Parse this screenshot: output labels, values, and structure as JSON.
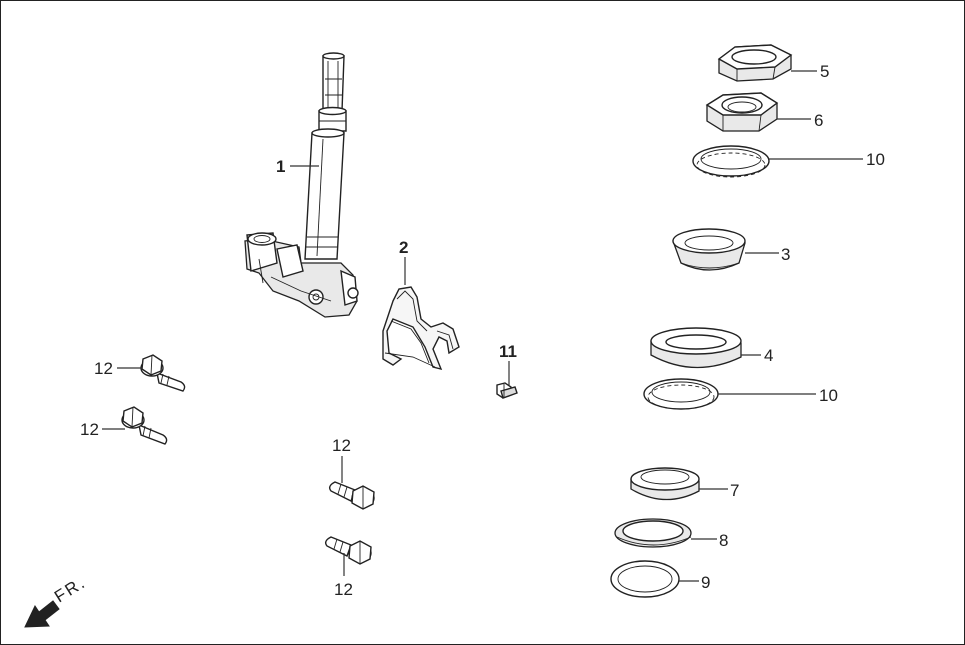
{
  "callouts": {
    "p1": "1",
    "p2": "2",
    "p3": "3",
    "p4": "4",
    "p5": "5",
    "p6": "6",
    "p7": "7",
    "p8": "8",
    "p9": "9",
    "p10a": "10",
    "p10b": "10",
    "p11": "11",
    "p12a": "12",
    "p12b": "12",
    "p12c": "12",
    "p12d": "12"
  },
  "direction": {
    "label": "FR.",
    "icon": "front-direction-arrow-icon"
  },
  "colors": {
    "line": "#222222",
    "background": "#ffffff",
    "part_fill": "#e9e9e9"
  }
}
